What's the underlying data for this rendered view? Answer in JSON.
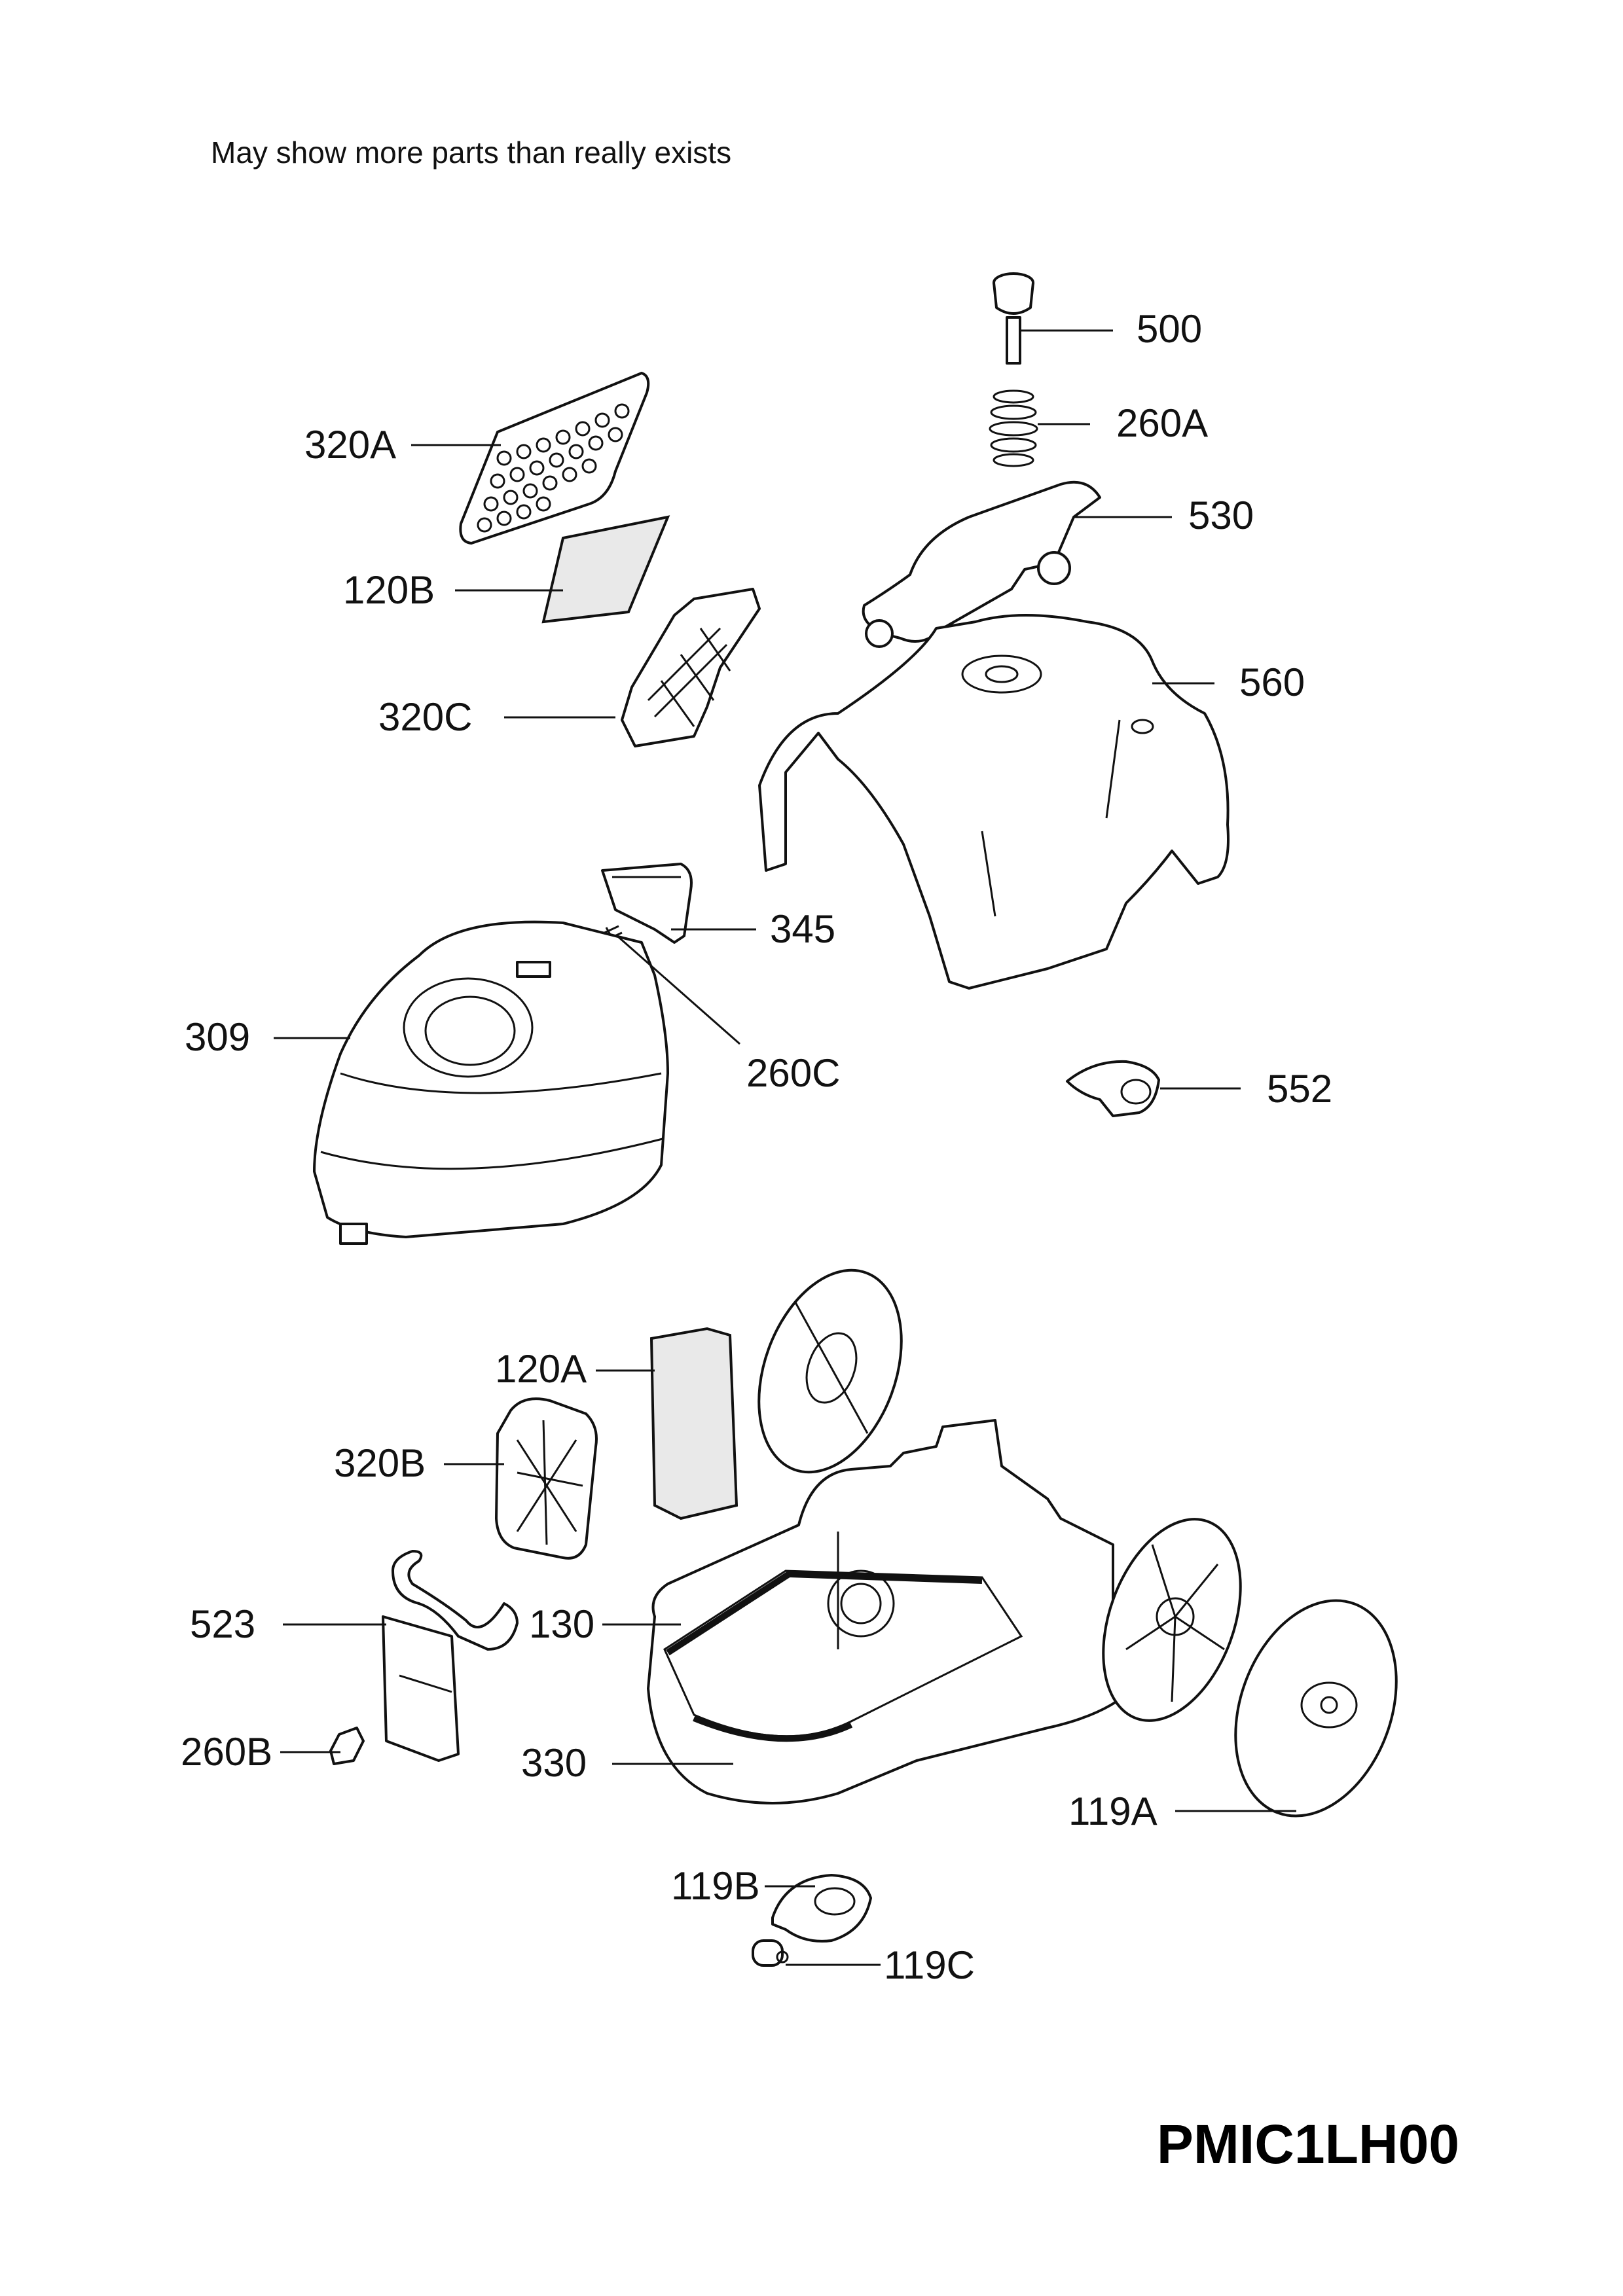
{
  "note": "May show more parts than really exists",
  "diagram_code": "PMIC1LH00",
  "labels": {
    "p500": "500",
    "p260A": "260A",
    "p530": "530",
    "p320A": "320A",
    "p120B": "120B",
    "p320C": "320C",
    "p560": "560",
    "p345": "345",
    "p309": "309",
    "p260C": "260C",
    "p552": "552",
    "p120A": "120A",
    "p320B": "320B",
    "p523": "523",
    "p130": "130",
    "p260B": "260B",
    "p330": "330",
    "p119A": "119A",
    "p119B": "119B",
    "p119C": "119C"
  }
}
